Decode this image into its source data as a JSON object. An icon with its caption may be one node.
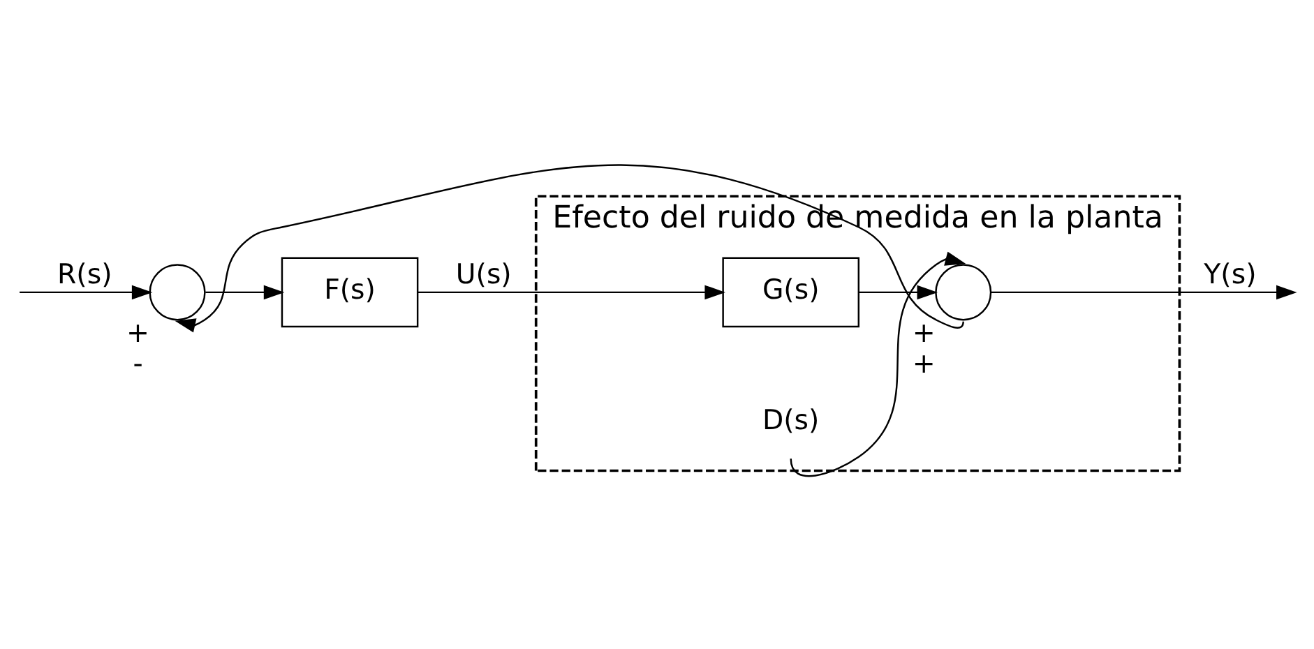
{
  "diagram": {
    "nodes": [
      {
        "text": [
          "Efecto del ruido de medida en la planta"
        ]
      },
      {
        "text": [],
        "shape": "circle",
        "beside": [
          "+",
          "-"
        ]
      },
      {
        "text": [
          "F(s)"
        ]
      },
      {
        "text": [
          "G(s)"
        ],
        "in": 0
      },
      {
        "text": [],
        "shape": "circle",
        "in": 0,
        "beside": [
          "+",
          "+"
        ]
      },
      {
        "text": [
          "D(s)"
        ],
        "in": 0
      }
    ],
    "edges": [
      {
        "from": null,
        "to": 1,
        "arrow": "to",
        "label": "R(s)"
      },
      {
        "from": 1,
        "to": 2,
        "arrow": "to"
      },
      {
        "from": 2,
        "to": 3,
        "arrow": "to",
        "label": "U(s)"
      },
      {
        "from": 3,
        "to": 4,
        "arrow": "to"
      },
      {
        "from": 5,
        "to": 4,
        "arrow": "to"
      },
      {
        "from": 4,
        "to": null,
        "arrow": "to",
        "label": "Y(s)"
      },
      {
        "from": 4,
        "to": 1,
        "arrow": "to"
      }
    ]
  }
}
